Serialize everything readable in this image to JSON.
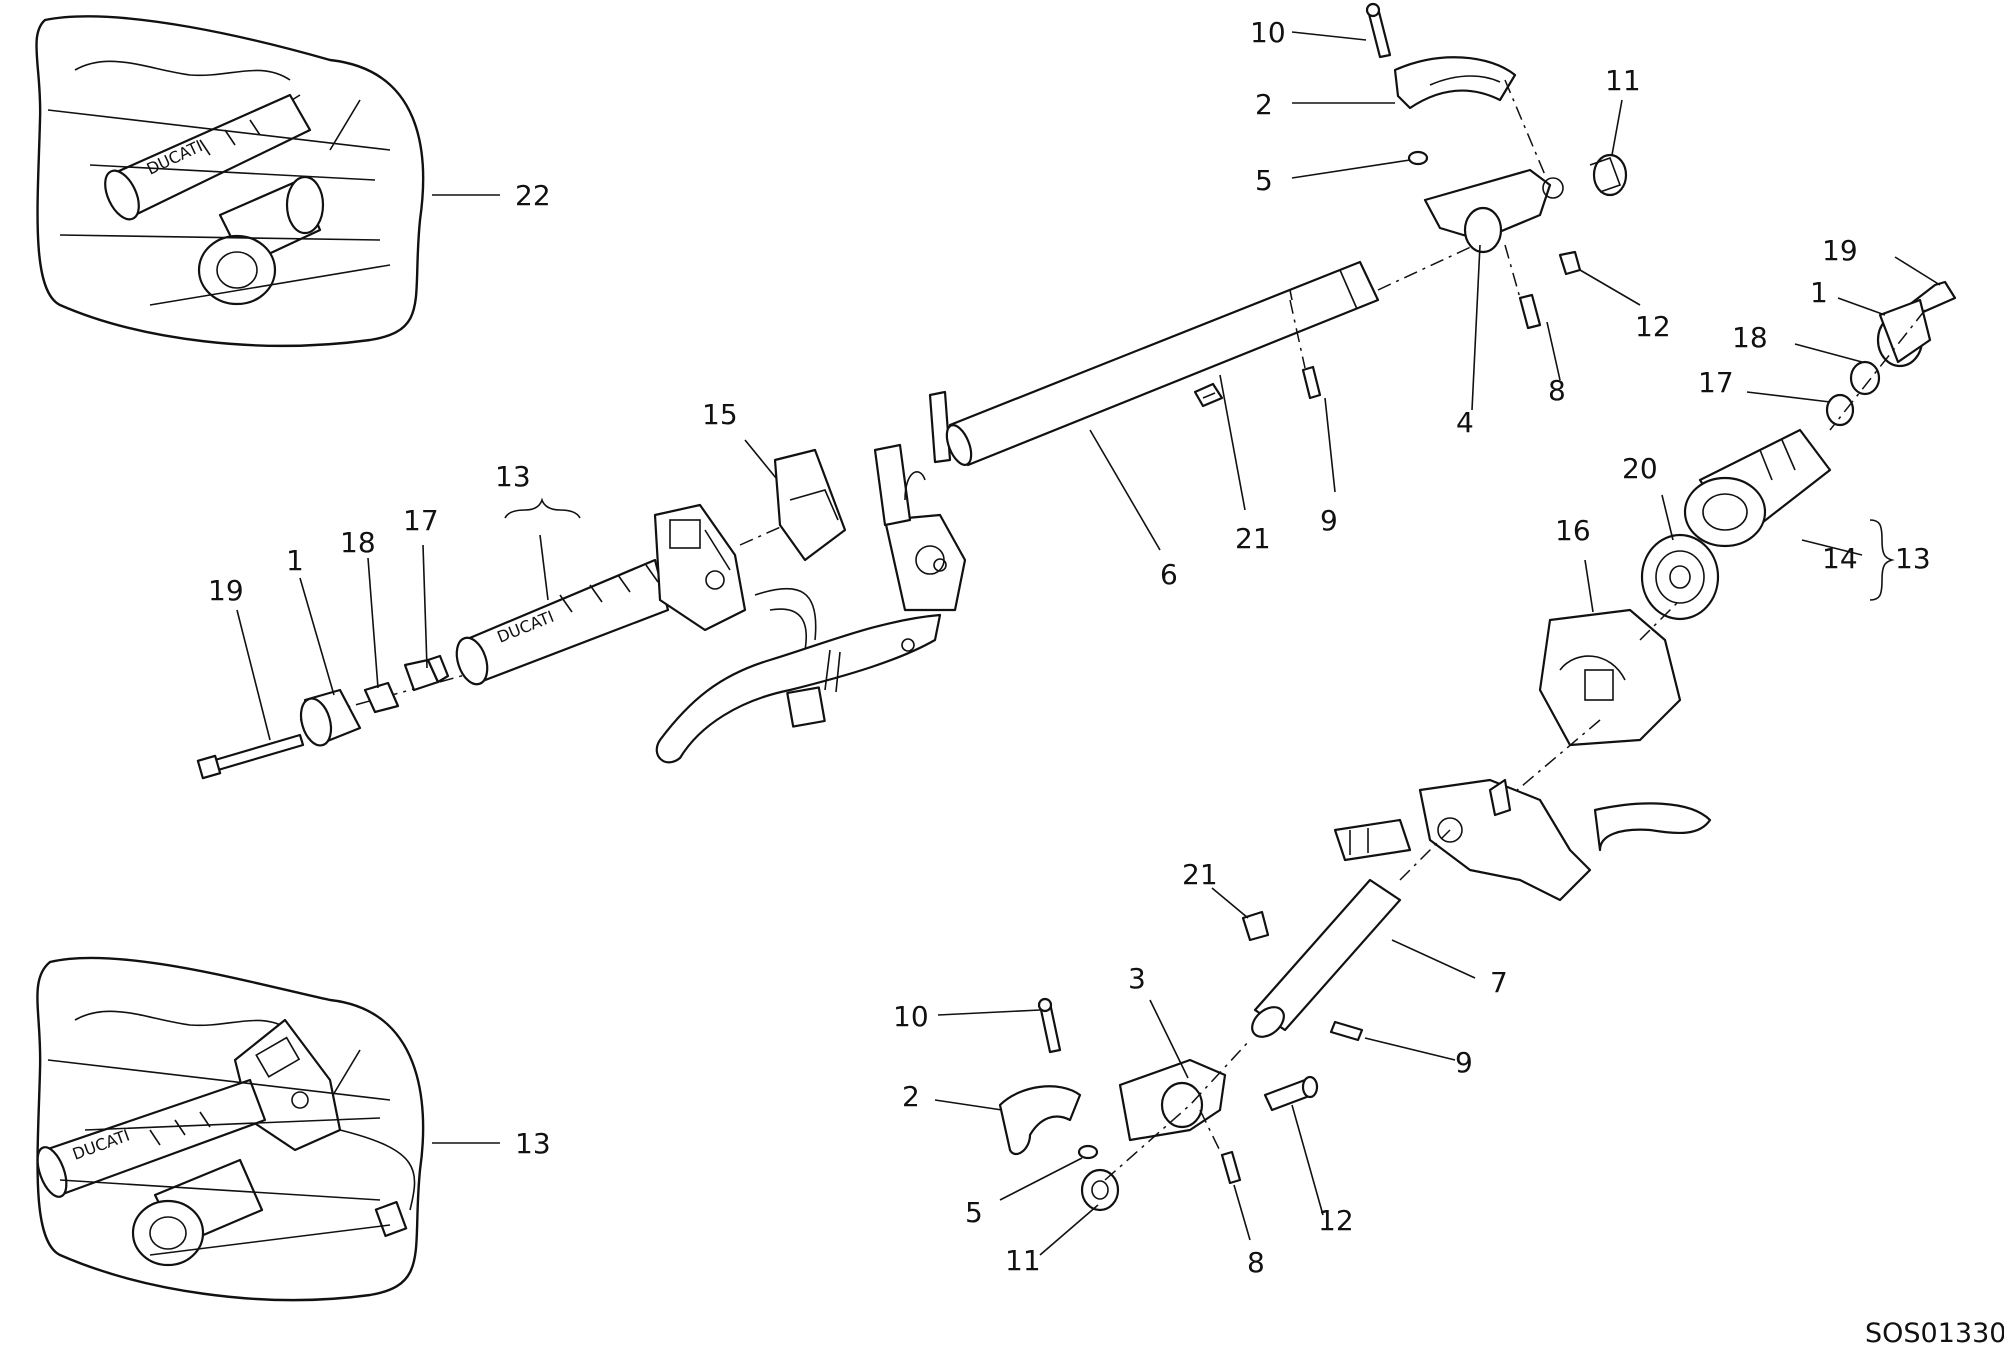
{
  "labels": {
    "n1": "1",
    "n2": "2",
    "n3": "3",
    "n4": "4",
    "n5": "5",
    "n6": "6",
    "n7": "7",
    "n8": "8",
    "n9": "9",
    "n10": "10",
    "n11": "11",
    "n12": "12",
    "n13": "13",
    "n14": "14",
    "n15": "15",
    "n16": "16",
    "n17": "17",
    "n18": "18",
    "n19": "19",
    "n20": "20",
    "n21": "21",
    "n22": "22"
  },
  "drawing_code": "SOS01330",
  "brand_mark": "DUCATI"
}
